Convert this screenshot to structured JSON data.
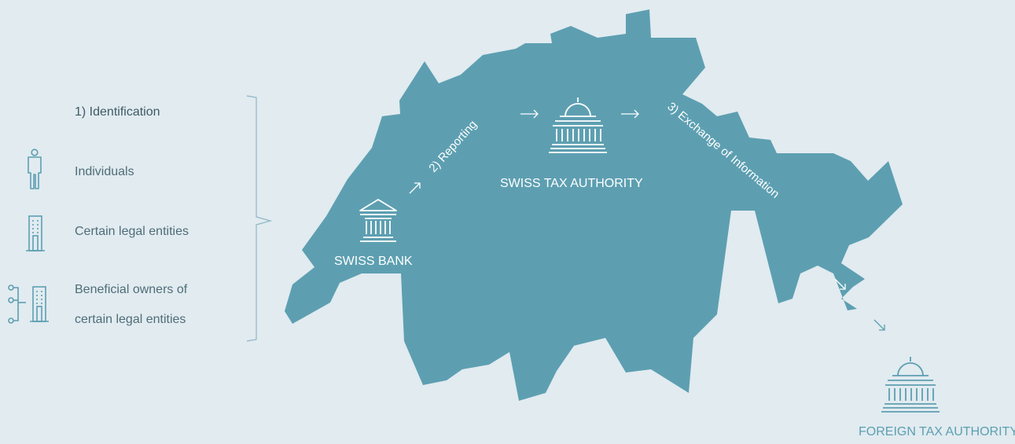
{
  "colors": {
    "background": "#e1ebf0",
    "map_fill": "#5d9fb1",
    "icon_stroke_teal": "#5d9fb1",
    "text_dark": "#4f6d78",
    "bracket": "#8fb7c4"
  },
  "steps": {
    "identification": "1)  Identification",
    "reporting": "2) Reporting",
    "exchange": "3) Exchange of Information"
  },
  "categories": [
    {
      "label": "Individuals",
      "icon": "person-icon"
    },
    {
      "label": "Certain legal entities",
      "icon": "building-icon"
    },
    {
      "label_line1": "Beneficial owners of",
      "label_line2": "certain legal entities",
      "icon": "ownership-structure-icon"
    }
  ],
  "nodes": {
    "swiss_bank": "SWISS BANK",
    "swiss_tax_authority": "SWISS TAX AUTHORITY",
    "foreign_tax_authority": "FOREIGN TAX AUTHORITY"
  }
}
